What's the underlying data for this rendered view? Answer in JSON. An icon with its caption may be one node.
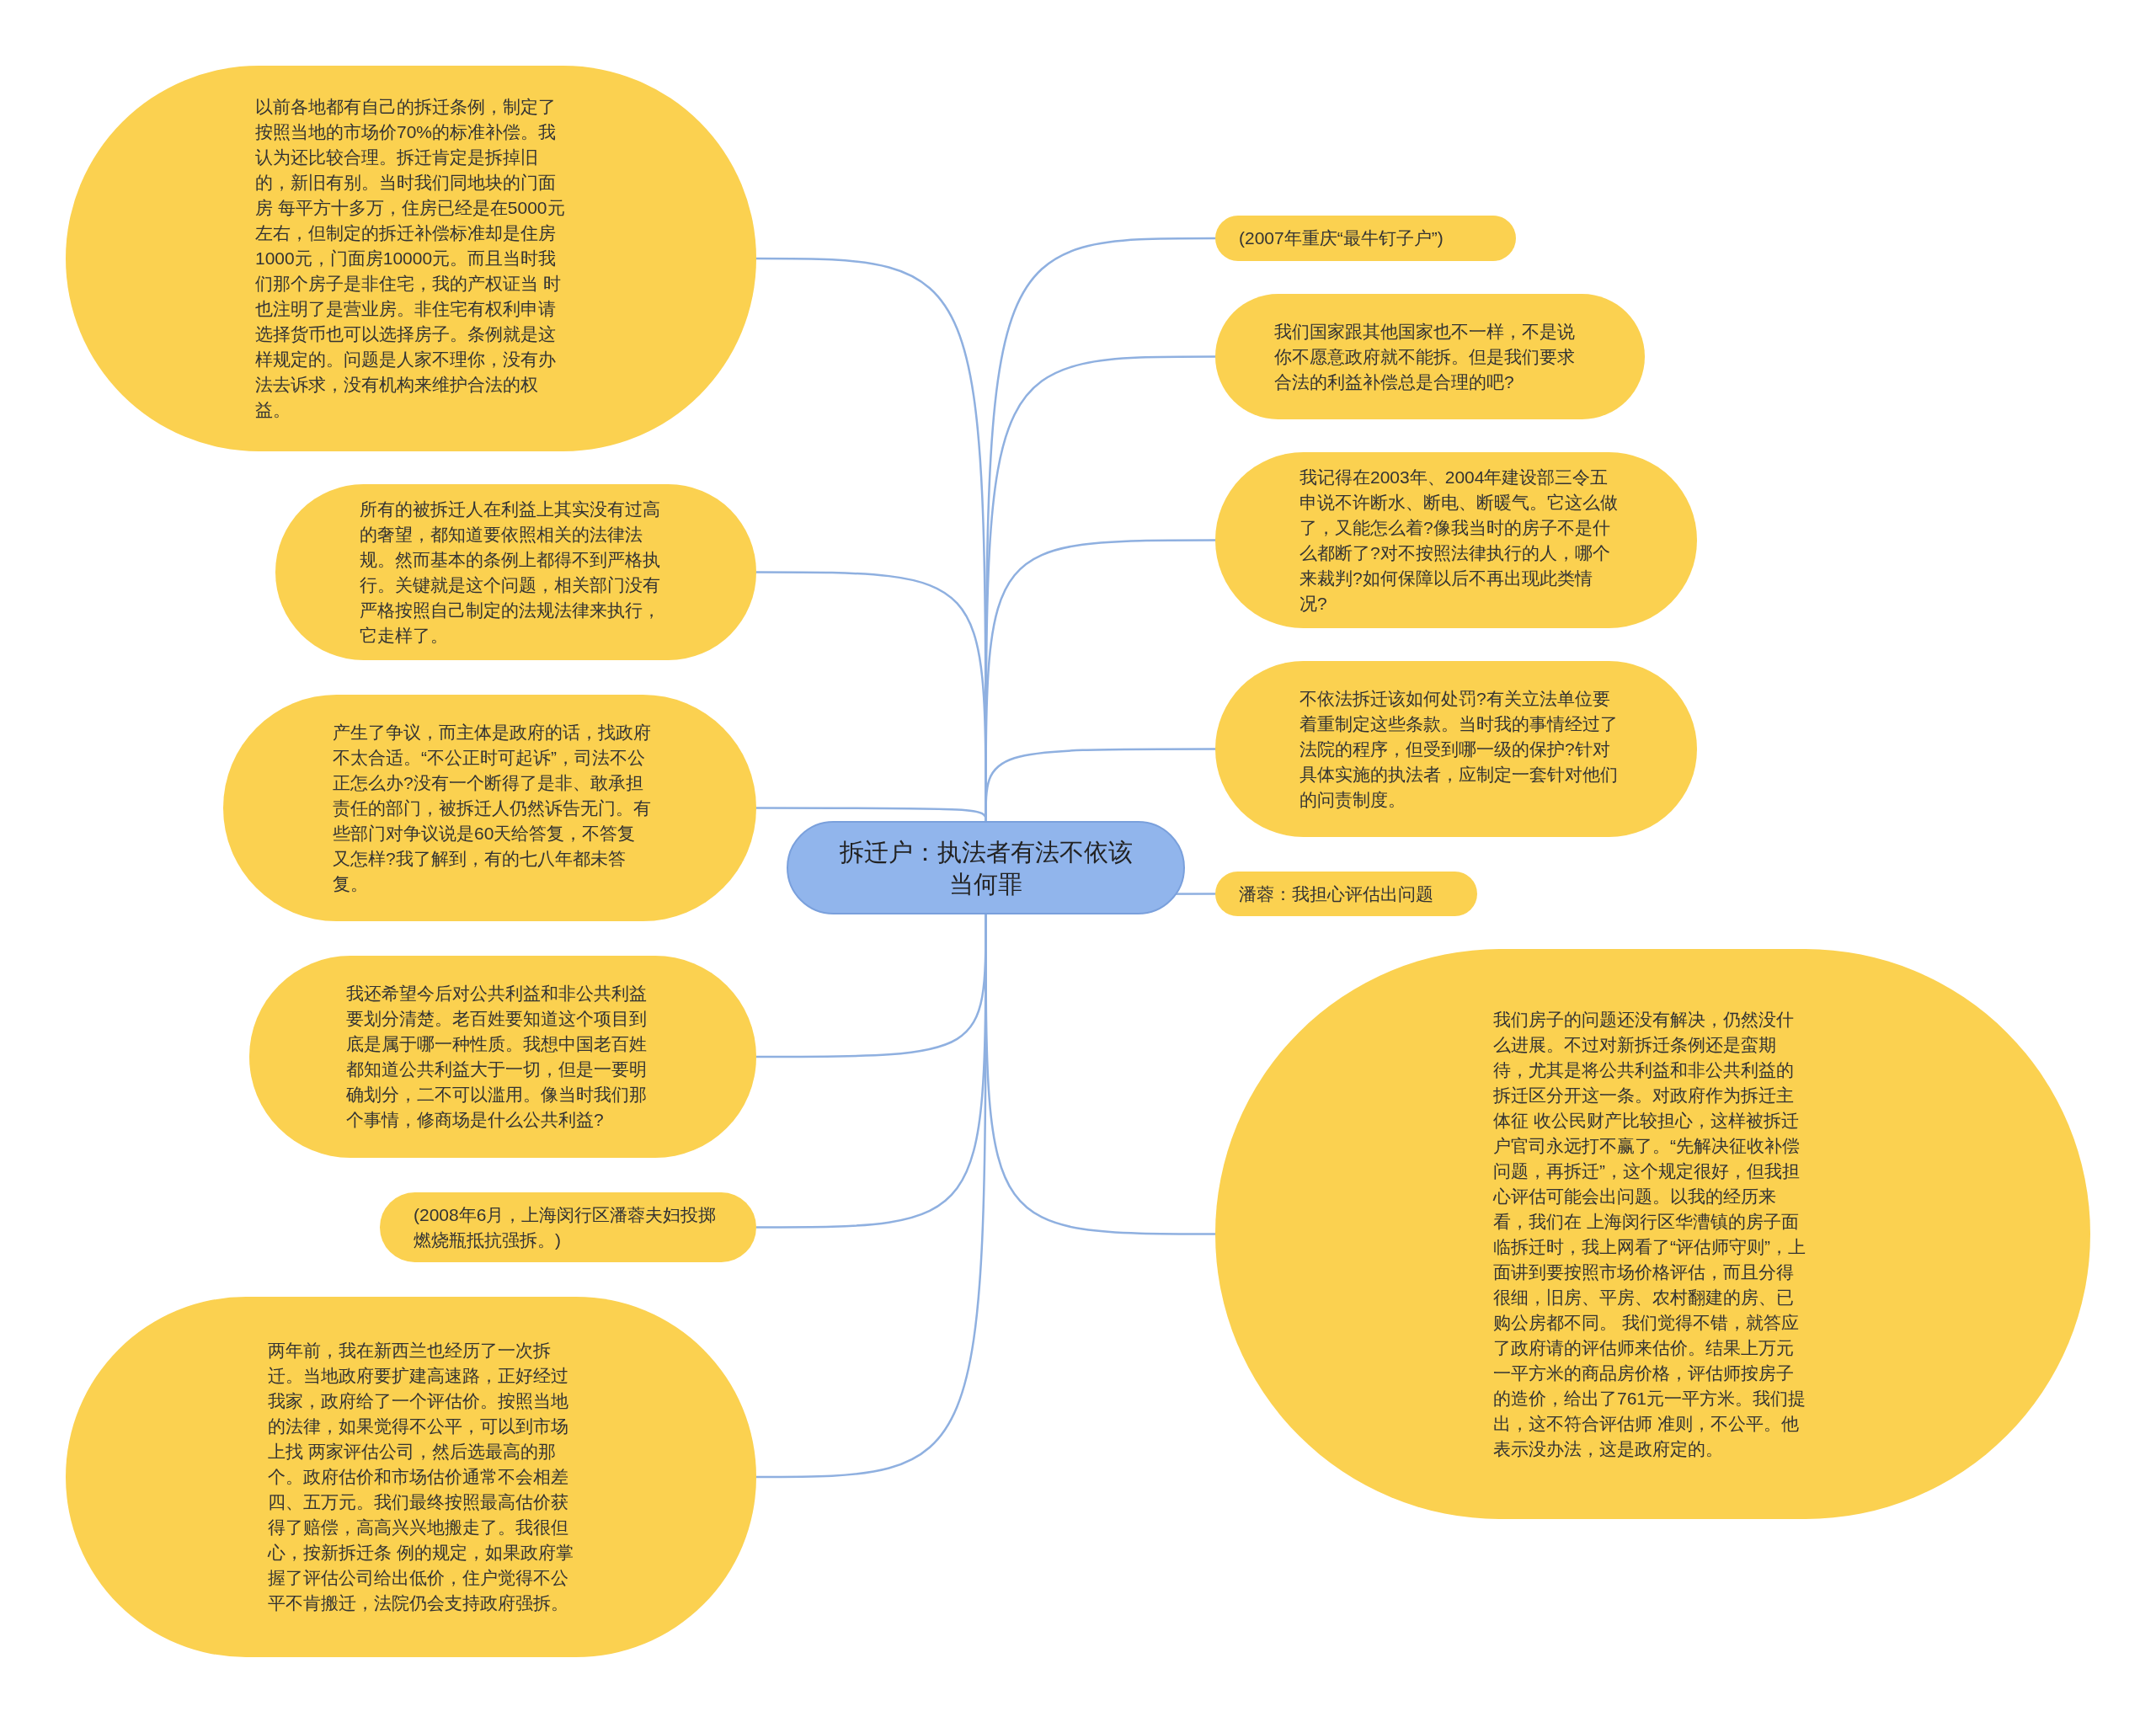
{
  "diagram": {
    "nodes": [
      {
        "text": [
          "拆迁户：执法者有法不依该当何罪"
        ]
      },
      {
        "text": [
          "以前各地都有自己的拆迁条例，制定了按照当地的市场价70%的标准补偿。我认为还比较合理。拆迁肯定是拆掉旧的，新旧有别。当时我们同地块的门面房 每平方十多万，住房已经是在5000元左右，但制定的拆迁补偿标准却是住房1000元，门面房10000元。而且当时我们那个房子是非住宅，我的产权证当 时也注明了是营业房。非住宅有权利申请选择货币也可以选择房子。条例就是这样规定的。问题是人家不理你，没有办法去诉求，没有机构来维护合法的权益。"
        ]
      },
      {
        "text": [
          "所有的被拆迁人在利益上其实没有过高的奢望，都知道要依照相关的法律法规。然而基本的条例上都得不到严格执行。关键就是这个问题，相关部门没有严格按照自己制定的法规法律来执行，它走样了。"
        ]
      },
      {
        "text": [
          "产生了争议，而主体是政府的话，找政府不太合适。“不公正时可起诉”，司法不公正怎么办?没有一个断得了是非、敢承担责任的部门，被拆迁人仍然诉告无门。有些部门对争议说是60天给答复，不答复又怎样?我了解到，有的七八年都未答复。"
        ]
      },
      {
        "text": [
          "我还希望今后对公共利益和非公共利益要划分清楚。老百姓要知道这个项目到底是属于哪一种性质。我想中国老百姓都知道公共利益大于一切，但是一要明确划分，二不可以滥用。像当时我们那个事情，修商场是什么公共利益?"
        ]
      },
      {
        "text": [
          "(2008年6月，上海闵行区潘蓉夫妇投掷燃烧瓶抵抗强拆。)"
        ]
      },
      {
        "text": [
          "两年前，我在新西兰也经历了一次拆迁。当地政府要扩建高速路，正好经过我家，政府给了一个评估价。按照当地的法律，如果觉得不公平，可以到市场上找 两家评估公司，然后选最高的那个。政府估价和市场估价通常不会相差四、五万元。我们最终按照最高估价获得了赔偿，高高兴兴地搬走了。我很但心，按新拆迁条 例的规定，如果政府掌握了评估公司给出低价，住户觉得不公平不肯搬迁，法院仍会支持政府强拆。"
        ]
      },
      {
        "text": [
          "(2007年重庆“最牛钉子户”)"
        ]
      },
      {
        "text": [
          "我们国家跟其他国家也不一样，不是说你不愿意政府就不能拆。但是我们要求合法的利益补偿总是合理的吧?"
        ]
      },
      {
        "text": [
          "我记得在2003年、2004年建设部三令五申说不许断水、断电、断暖气。它这么做了，又能怎么着?像我当时的房子不是什么都断了?对不按照法律执行的人，哪个来裁判?如何保障以后不再出现此类情况?"
        ]
      },
      {
        "text": [
          "不依法拆迁该如何处罚?有关立法单位要着重制定这些条款。当时我的事情经过了法院的程序，但受到哪一级的保护?针对具体实施的执法者，应制定一套针对他们的问责制度。"
        ]
      },
      {
        "text": [
          "潘蓉：我担心评估出问题"
        ]
      },
      {
        "text": [
          "我们房子的问题还没有解决，仍然没什么进展。不过对新拆迁条例还是蛮期待，尤其是将公共利益和非公共利益的拆迁区分开这一条。对政府作为拆迁主体征 收公民财产比较担心，这样被拆迁户官司永远打不赢了。“先解决征收补偿问题，再拆迁”，这个规定很好，但我担心评估可能会出问题。以我的经历来看，我们在 上海闵行区华漕镇的房子面临拆迁时，我上网看了“评估师守则”，上面讲到要按照市场价格评估，而且分得很细，旧房、平房、农村翻建的房、已购公房都不同。 我们觉得不错，就答应了政府请的评估师来估价。结果上万元一平方米的商品房价格，评估师按房子的造价，给出了761元一平方米。我们提出，这不符合评估师 准则，不公平。他表示没办法，这是政府定的。"
        ]
      }
    ],
    "edges": [
      {
        "from": 0,
        "to": 1,
        "arrow": "none"
      },
      {
        "from": 0,
        "to": 2,
        "arrow": "none"
      },
      {
        "from": 0,
        "to": 3,
        "arrow": "none"
      },
      {
        "from": 0,
        "to": 4,
        "arrow": "none"
      },
      {
        "from": 0,
        "to": 5,
        "arrow": "none"
      },
      {
        "from": 0,
        "to": 6,
        "arrow": "none"
      },
      {
        "from": 0,
        "to": 7,
        "arrow": "none"
      },
      {
        "from": 0,
        "to": 8,
        "arrow": "none"
      },
      {
        "from": 0,
        "to": 9,
        "arrow": "none"
      },
      {
        "from": 0,
        "to": 10,
        "arrow": "none"
      },
      {
        "from": 0,
        "to": 11,
        "arrow": "none"
      },
      {
        "from": 0,
        "to": 12,
        "arrow": "none"
      }
    ]
  }
}
